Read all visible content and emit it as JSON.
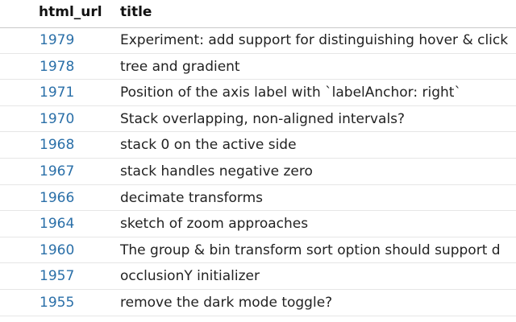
{
  "table": {
    "columns": [
      "html_url",
      "title"
    ],
    "rows": [
      {
        "html_url": "1979",
        "title": "Experiment: add support for distinguishing hover & click"
      },
      {
        "html_url": "1978",
        "title": "tree and gradient"
      },
      {
        "html_url": "1971",
        "title": "Position of the axis label with `labelAnchor: right`"
      },
      {
        "html_url": "1970",
        "title": "Stack overlapping, non-aligned intervals?"
      },
      {
        "html_url": "1968",
        "title": "stack 0 on the active side"
      },
      {
        "html_url": "1967",
        "title": "stack handles negative zero"
      },
      {
        "html_url": "1966",
        "title": "decimate transforms"
      },
      {
        "html_url": "1964",
        "title": "sketch of zoom approaches"
      },
      {
        "html_url": "1960",
        "title": "The group & bin transform sort option should support d"
      },
      {
        "html_url": "1957",
        "title": "occlusionY initializer"
      },
      {
        "html_url": "1955",
        "title": "remove the dark mode toggle?"
      }
    ]
  },
  "colors": {
    "link": "#2a6fa8",
    "header_border": "#c8c8c8",
    "row_border": "#e6e6e6"
  }
}
